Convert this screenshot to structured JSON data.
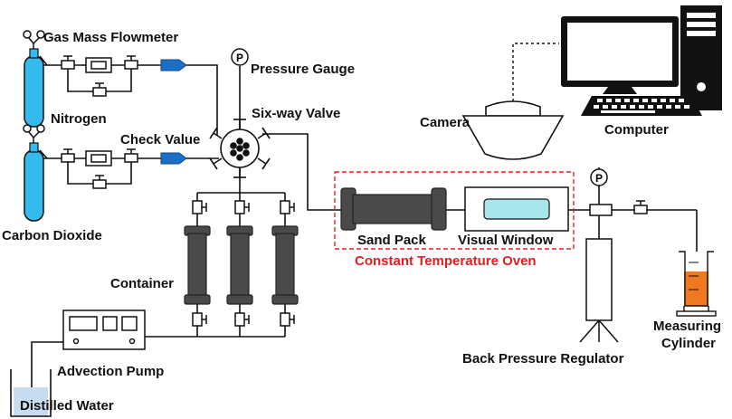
{
  "labels": {
    "gas_mass_flowmeter": "Gas Mass Flowmeter",
    "nitrogen": "Nitrogen",
    "carbon_dioxide": "Carbon Dioxide",
    "check_value": "Check Value",
    "pressure_gauge": "Pressure Gauge",
    "six_way_valve": "Six-way Valve",
    "container": "Container",
    "advection_pump": "Advection Pump",
    "distilled_water": "Distilled Water",
    "camera": "Camera",
    "computer": "Computer",
    "sand_pack": "Sand Pack",
    "visual_window": "Visual Window",
    "constant_temperature_oven": "Constant Temperature Oven",
    "back_pressure_regulator": "Back Pressure Regulator",
    "measuring_cylinder_line1": "Measuring",
    "measuring_cylinder_line2": "Cylinder",
    "gauge_symbol": "P"
  },
  "colors": {
    "gas_cylinder": "#33bbee",
    "check_valve": "#1a6fc7",
    "oven_border": "#e02020",
    "oven_label": "#e02020",
    "sand_pack": "#4a4a4a",
    "window_fill": "#a8e6ee",
    "cylinder_liquid": "#f07820",
    "water": "#c8dcf0",
    "line": "#111111"
  },
  "icons": [
    "gas-regulator-icon",
    "valve-icon",
    "flowmeter-icon",
    "check-valve-icon",
    "pressure-gauge-icon",
    "six-way-valve-icon",
    "camera-icon",
    "computer-monitor-icon",
    "tower-pc-icon",
    "keyboard-icon"
  ]
}
